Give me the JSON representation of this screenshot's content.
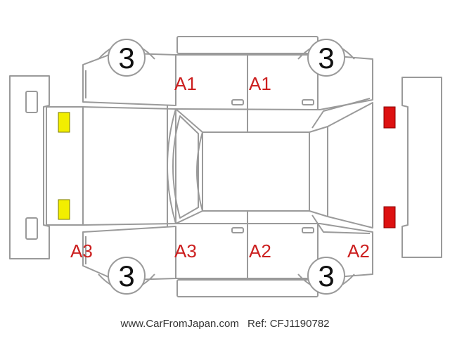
{
  "colors": {
    "outline": "#9a9a9a",
    "damage_text": "#cc1f1f",
    "grade_text": "#111111",
    "front_lights": "#f2ee00",
    "rear_lights": "#dd1111"
  },
  "grades": {
    "front_left": "3",
    "front_right": "3",
    "rear_left": "3",
    "rear_right": "3"
  },
  "damage_marks": {
    "front_left_door": "A1",
    "rear_left_door": "A1",
    "front_bumper_left": "A3",
    "front_right_door": "A3",
    "rear_right_door": "A2",
    "rear_bumper_right": "A2"
  },
  "footer": {
    "site": "www.CarFromJapan.com",
    "ref": "Ref: CFJ1190782"
  }
}
